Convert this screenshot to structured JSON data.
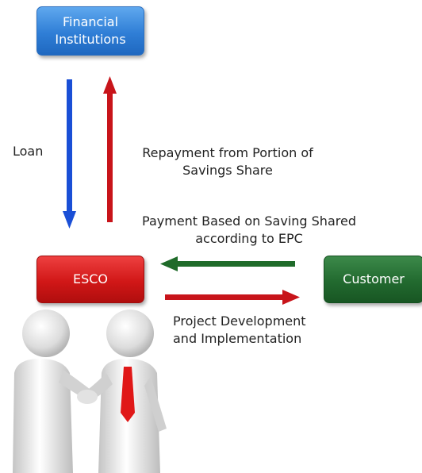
{
  "nodes": {
    "financial_institutions": {
      "line1": "Financial",
      "line2": "Institutions"
    },
    "esco": "ESCO",
    "customer": "Customer"
  },
  "edges": {
    "loan": "Loan",
    "repayment": {
      "line1": "Repayment from Portion of",
      "line2": "Savings Share"
    },
    "payment": {
      "line1": "Payment Based on Saving Shared",
      "line2": "according to EPC"
    },
    "project": {
      "line1": "Project Development",
      "line2": "and Implementation"
    }
  },
  "colors": {
    "blue_box": "#2f7ed6",
    "red_box": "#d11717",
    "green_box": "#226a2f",
    "loan_arrow": "#1a4fd6",
    "repayment_arrow": "#c8141a",
    "payment_arrow": "#1f6b2a",
    "project_arrow": "#c8141a"
  },
  "illustration": "two-figures-shaking-hands"
}
